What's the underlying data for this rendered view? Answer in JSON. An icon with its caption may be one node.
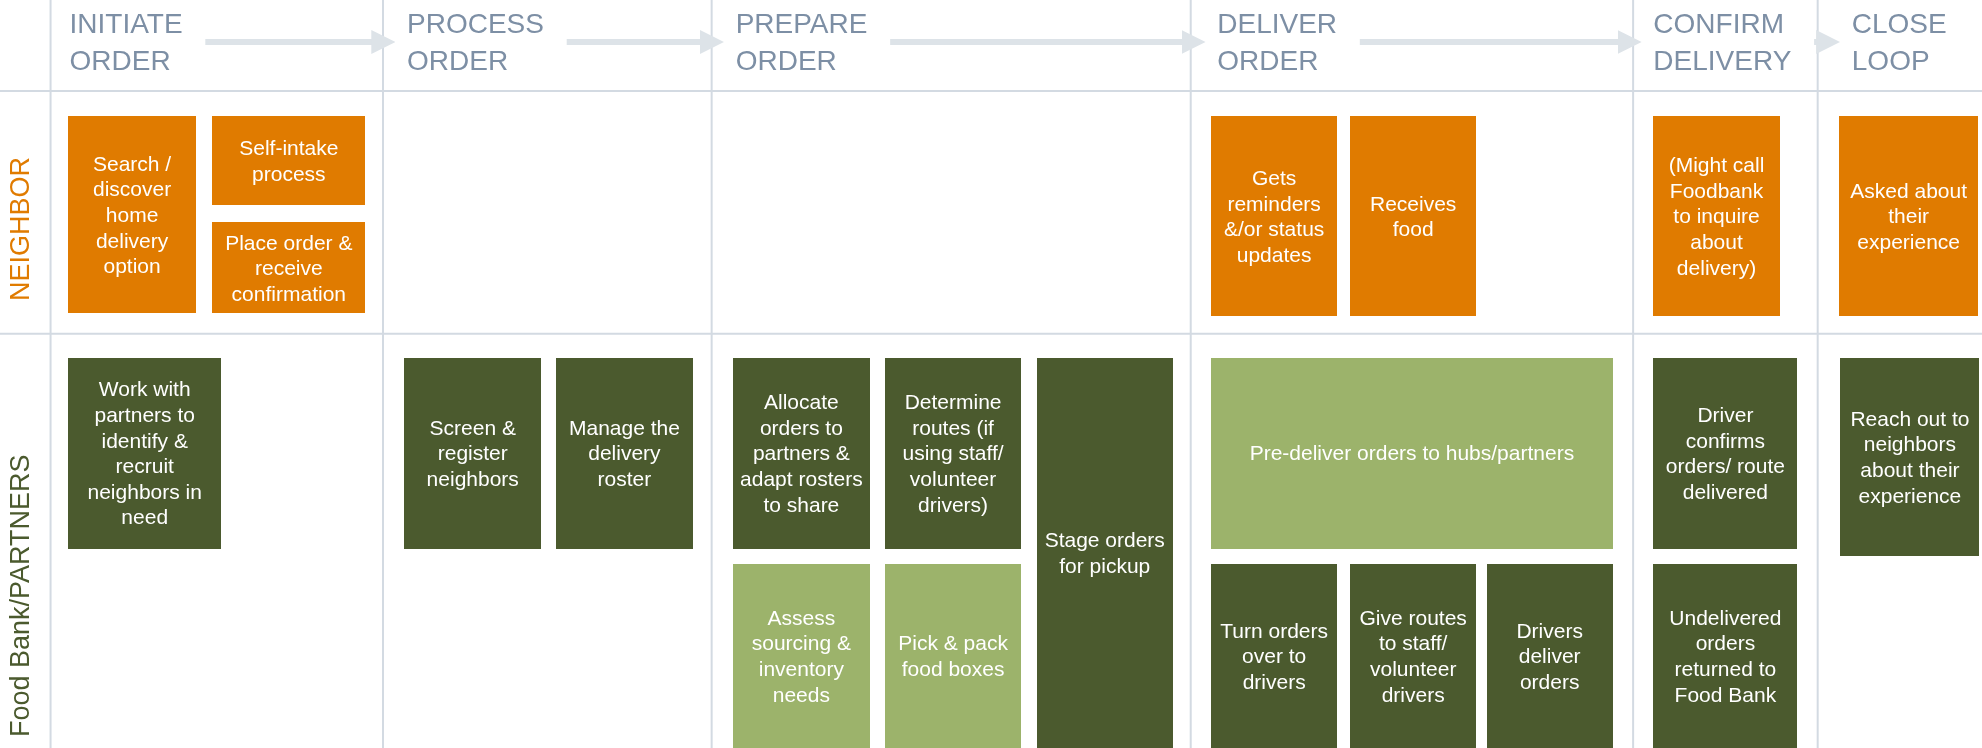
{
  "diagram": {
    "nodes": [
      {
        "text": [
          "INITIATE ORDER"
        ]
      },
      {
        "text": [
          "PROCESS ORDER"
        ]
      },
      {
        "text": [
          "PREPARE ORDER"
        ]
      },
      {
        "text": [
          "DELIVER ORDER"
        ]
      },
      {
        "text": [
          "CONFIRM DELIVERY"
        ]
      },
      {
        "text": [
          "CLOSE LOOP"
        ]
      },
      {
        "text": [
          "Search / discover home delivery option"
        ]
      },
      {
        "text": [
          "Self-intake process"
        ]
      },
      {
        "text": [
          "Place order & receive confirmation"
        ]
      },
      {
        "text": [
          "Gets reminders &/or status updates"
        ]
      },
      {
        "text": [
          "Receives food"
        ]
      },
      {
        "text": [
          "(Might call Foodbank to inquire about delivery)"
        ]
      },
      {
        "text": [
          "Asked about their experience"
        ]
      },
      {
        "text": [
          "Work with partners to identify & recruit neighbors in need"
        ]
      },
      {
        "text": [
          "Screen & register neighbors"
        ]
      },
      {
        "text": [
          "Manage the delivery roster"
        ]
      },
      {
        "text": [
          "Allocate orders to partners & adapt rosters to share"
        ]
      },
      {
        "text": [
          "Determine routes (if using staff/ volunteer drivers)"
        ]
      },
      {
        "text": [
          "Stage orders for pickup"
        ]
      },
      {
        "text": [
          "Assess sourcing & inventory needs"
        ]
      },
      {
        "text": [
          "Pick & pack food boxes"
        ]
      },
      {
        "text": [
          "Pre-deliver orders to hubs/partners"
        ]
      },
      {
        "text": [
          "Turn orders over to drivers"
        ]
      },
      {
        "text": [
          "Give routes to staff/ volunteer drivers"
        ]
      },
      {
        "text": [
          "Drivers deliver orders"
        ]
      },
      {
        "text": [
          "Driver confirms orders/ route delivered"
        ]
      },
      {
        "text": [
          "Undelivered orders returned to Food Bank"
        ]
      },
      {
        "text": [
          "Reach out to neighbors about their experience"
        ]
      }
    ],
    "edges": [
      {
        "from": 0,
        "to": 1,
        "arrow": "to"
      },
      {
        "from": 1,
        "to": 2,
        "arrow": "to"
      },
      {
        "from": 2,
        "to": 3,
        "arrow": "to"
      },
      {
        "from": 3,
        "to": 4,
        "arrow": "to"
      },
      {
        "from": 4,
        "to": 5,
        "arrow": "to"
      }
    ],
    "labels": [
      "NEIGHBOR",
      "Food Bank/PARTNERS"
    ]
  }
}
